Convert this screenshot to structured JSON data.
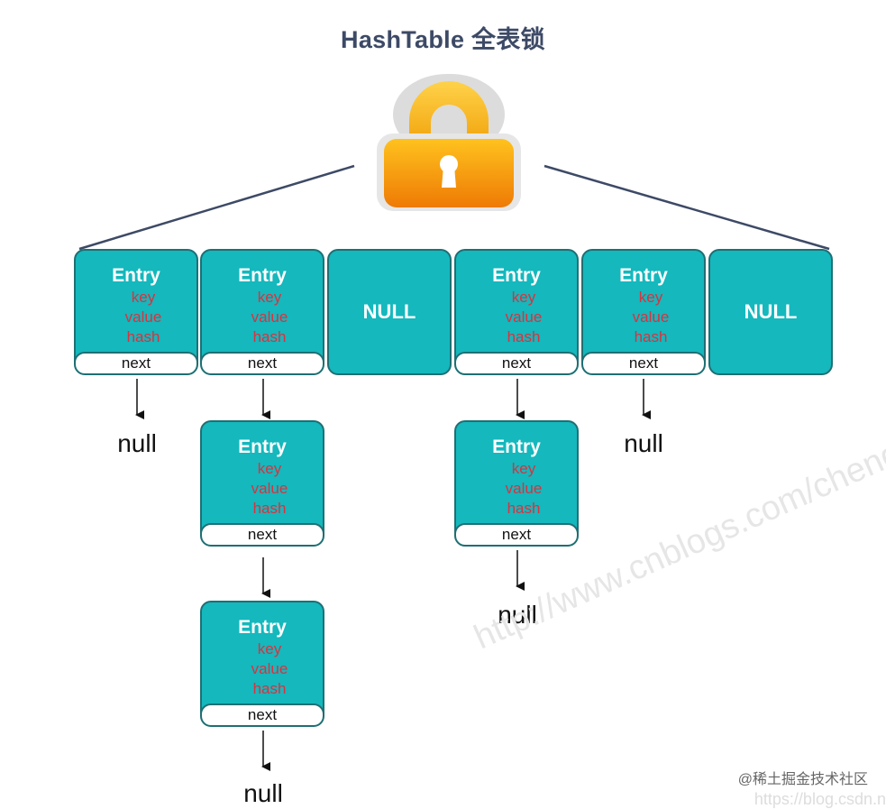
{
  "title": "HashTable 全表锁",
  "entry": {
    "name": "Entry",
    "key": "key",
    "value": "value",
    "hash": "hash",
    "next": "next"
  },
  "null_slot": "NULL",
  "null_terminal": "null",
  "watermark": "http://www.cnblogs.com/chengxi",
  "credit": "@稀土掘金技术社区",
  "credit_url": "https://blog.csdn.n",
  "icons": [
    "lock-icon"
  ],
  "colors": {
    "box_fill": "#14b8bd",
    "box_border": "#1f6f73",
    "field_text": "#d8333f",
    "title_text": "#3d4a66",
    "lock_body": "#f29a0a",
    "lock_shackle": "#f2b619"
  }
}
